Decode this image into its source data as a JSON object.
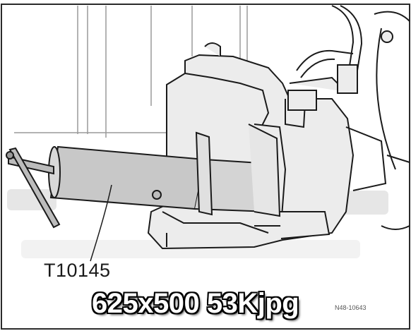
{
  "illustration": {
    "tool_label": "T10145",
    "part_number": "N48-10643"
  },
  "caption": {
    "file_info": "625x500 53Kjpg"
  },
  "colors": {
    "line": "#1a1a1a",
    "grey_fill": "#c8c8c8",
    "light_fill": "#ececec",
    "caption_text": "#ffffff",
    "caption_outline": "#000000"
  }
}
